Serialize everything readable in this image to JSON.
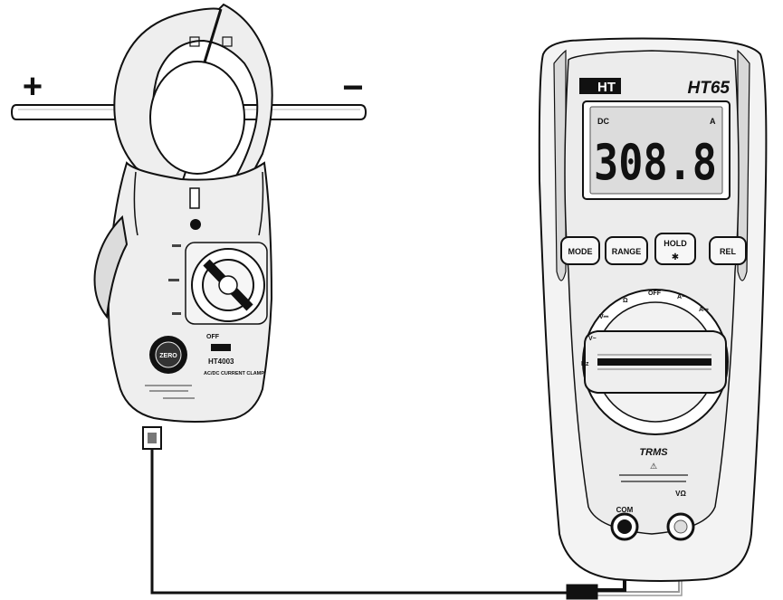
{
  "polarity": {
    "positive": "+",
    "negative": "−"
  },
  "meter": {
    "brand": "HT",
    "model": "HT65",
    "display": {
      "reading": "308.8",
      "mode_indicator": "DC",
      "unit_indicator": "A"
    },
    "buttons": {
      "mode": "MODE",
      "range": "RANGE",
      "hold": "HOLD",
      "rel": "REL"
    },
    "trms_label": "TRMS",
    "jacks": {
      "com": "COM",
      "input": "VΩ"
    },
    "dial_labels": [
      "V~",
      "V⎓",
      "Ω",
      "OFF",
      "A~",
      "A⎓",
      "Hz"
    ]
  },
  "clamp": {
    "model_label": "HT4003",
    "type_label": "AC/DC CURRENT CLAMP",
    "zero_button": "ZERO",
    "dial_off": "OFF"
  },
  "colors": {
    "line": "#111111",
    "body": "#eeeeee",
    "shadow": "#cfcfcf",
    "screen": "#dcdcdc",
    "wire": "#111111"
  }
}
